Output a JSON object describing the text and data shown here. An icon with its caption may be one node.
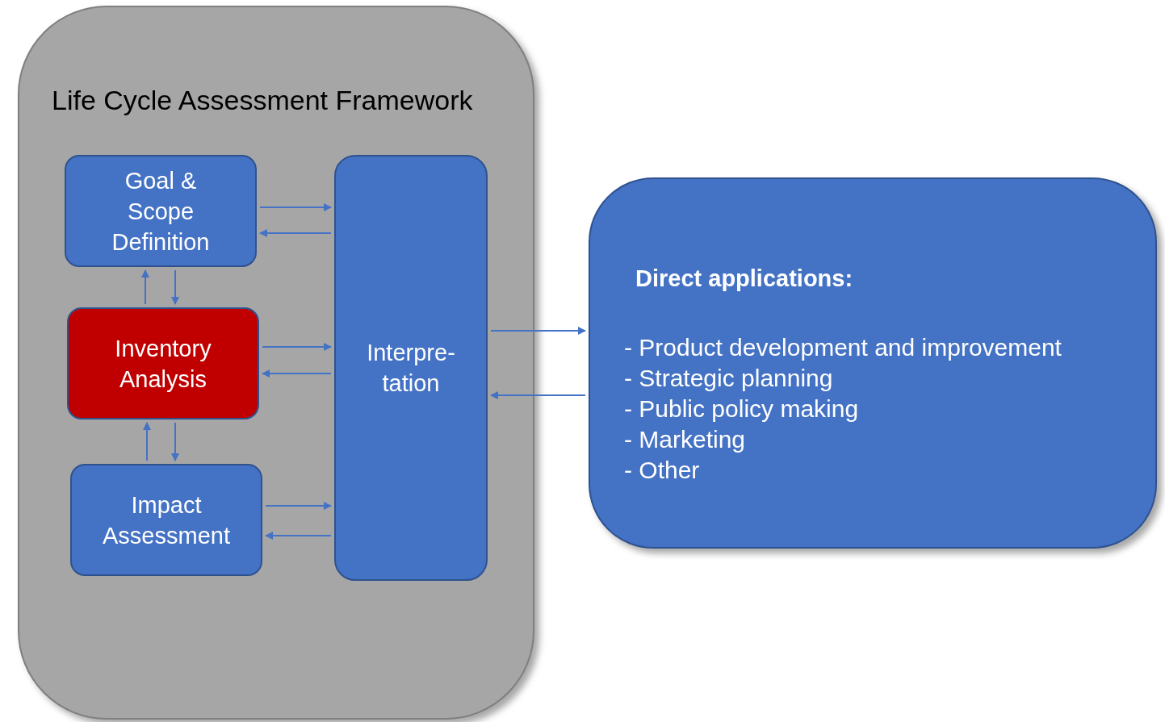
{
  "diagram": {
    "nodes": [
      {
        "text": [
          "Life Cycle Assessment Framework"
        ]
      },
      {
        "text": [
          "Goal & Scope Definition"
        ],
        "in": 0
      },
      {
        "text": [
          "Inventory Analysis"
        ],
        "in": 0
      },
      {
        "text": [
          "Impact Assessment"
        ],
        "in": 0
      },
      {
        "text": [
          "Interpre- tation"
        ],
        "in": 0
      },
      {
        "text": [
          "Direct applications:",
          "- Product development and improvement",
          "- Strategic planning",
          "- Public policy making",
          "- Marketing",
          "- Other"
        ]
      }
    ],
    "edges": [
      {
        "from": 1,
        "to": 4,
        "arrow": "to"
      },
      {
        "from": 4,
        "to": 1,
        "arrow": "to"
      },
      {
        "from": 2,
        "to": 4,
        "arrow": "to"
      },
      {
        "from": 4,
        "to": 2,
        "arrow": "to"
      },
      {
        "from": 3,
        "to": 4,
        "arrow": "to"
      },
      {
        "from": 4,
        "to": 3,
        "arrow": "to"
      },
      {
        "from": 2,
        "to": 1,
        "arrow": "to"
      },
      {
        "from": 1,
        "to": 2,
        "arrow": "to"
      },
      {
        "from": 3,
        "to": 2,
        "arrow": "to"
      },
      {
        "from": 2,
        "to": 3,
        "arrow": "to"
      },
      {
        "from": 4,
        "to": 5,
        "arrow": "to"
      },
      {
        "from": 5,
        "to": 4,
        "arrow": "to"
      }
    ]
  }
}
